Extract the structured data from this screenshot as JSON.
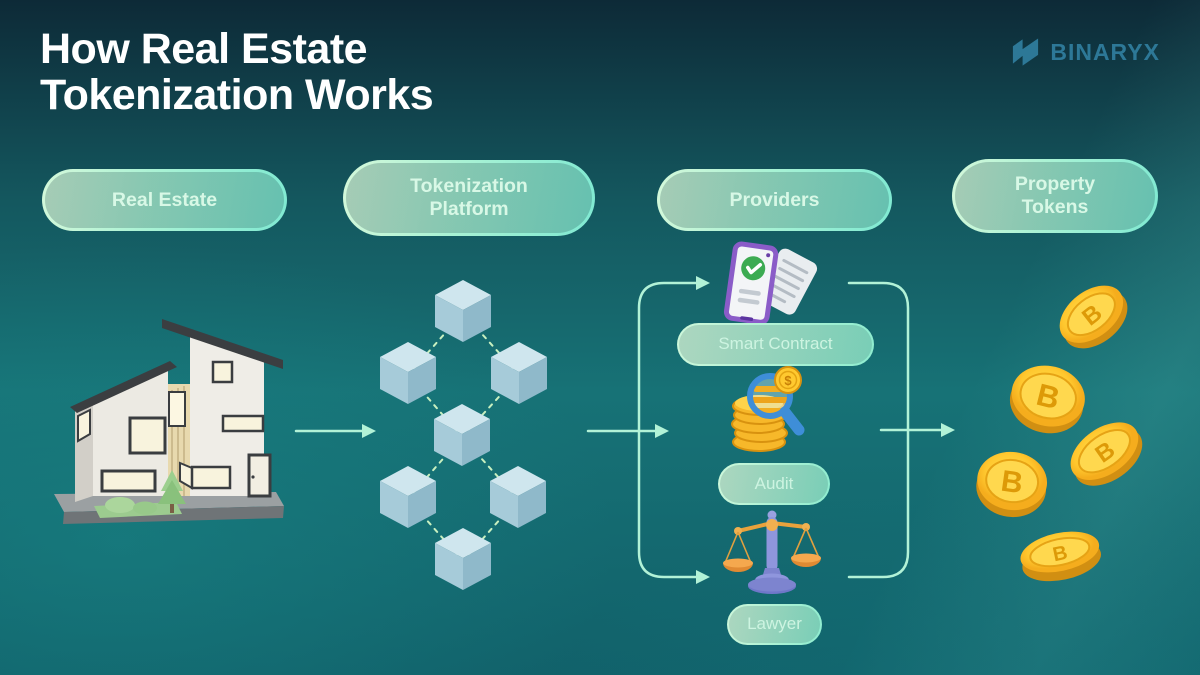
{
  "brand": {
    "name": "BINARYX"
  },
  "title": {
    "line1": "How Real Estate",
    "line2": "Tokenization Works"
  },
  "stages": [
    {
      "label": "Real Estate",
      "illustration": "house-3d"
    },
    {
      "label": "Tokenization Platform",
      "illustration": "blockchain-cubes"
    },
    {
      "label": "Providers",
      "illustration": "provider-icons"
    },
    {
      "label": "Property Tokens",
      "illustration": "gold-coins"
    }
  ],
  "providers": [
    {
      "label": "Smart Contract",
      "icon": "smart-contract-phone-document-icon"
    },
    {
      "label": "Audit",
      "icon": "audit-coins-magnifier-icon"
    },
    {
      "label": "Lawyer",
      "icon": "justice-scales-icon"
    }
  ],
  "tokens": {
    "symbol": "B",
    "coin_count": 5
  },
  "audit_icon": {
    "coin_symbol": "$"
  },
  "colors": {
    "accent_mint": "#b5f3d8",
    "pill_text": "#d8f8e6",
    "cube_blue": "#a9cedd",
    "coin_gold": "#ffc72e",
    "logo_blue": "#2d7897",
    "background_teal": "#177276"
  }
}
